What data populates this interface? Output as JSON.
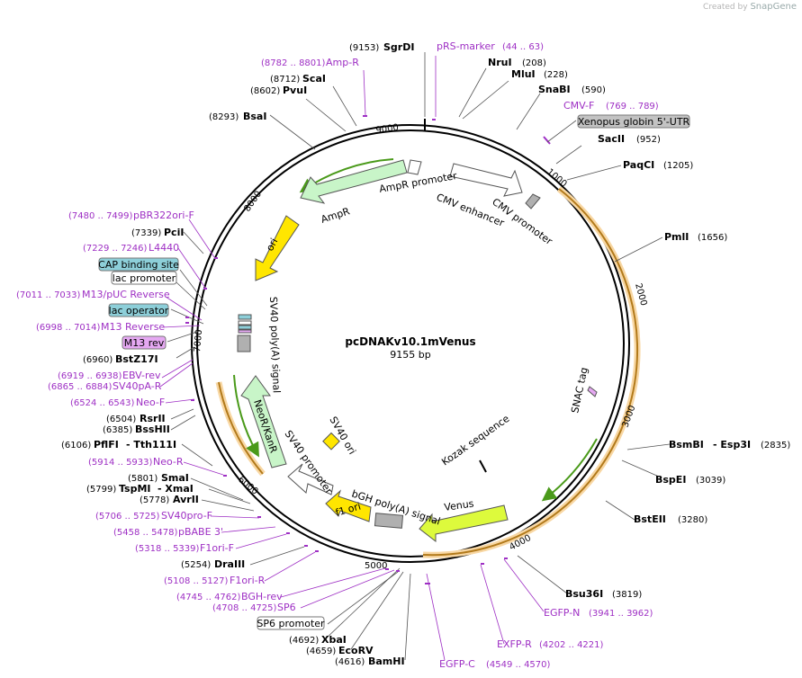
{
  "branding": {
    "created_by": "Created by",
    "app": "SnapGene"
  },
  "plasmid": {
    "name": "pcDNAKv10.1mVenus",
    "size_label": "9155 bp"
  },
  "ticks": [
    "1000",
    "2000",
    "3000",
    "4000",
    "5000",
    "6000",
    "7000",
    "8000",
    "9000"
  ],
  "enzymes_right": [
    {
      "name": "NruI",
      "pos": "(208)"
    },
    {
      "name": "MluI",
      "pos": "(228)"
    },
    {
      "name": "SnaBI",
      "pos": "(590)"
    },
    {
      "name": "SacII",
      "pos": "(952)"
    },
    {
      "name": "PaqCI",
      "pos": "(1205)"
    },
    {
      "name": "PmlI",
      "pos": "(1656)"
    },
    {
      "name": "BsmBI",
      "name2": "Esp3I",
      "pos": "(2835)"
    },
    {
      "name": "BspEI",
      "pos": "(3039)"
    },
    {
      "name": "BstEII",
      "pos": "(3280)"
    },
    {
      "name": "Bsu36I",
      "pos": "(3819)"
    }
  ],
  "enzymes_left": [
    {
      "name": "SgrDI",
      "pos": "(9153)"
    },
    {
      "name": "ScaI",
      "pos": "(8712)"
    },
    {
      "name": "PvuI",
      "pos": "(8602)"
    },
    {
      "name": "BsaI",
      "pos": "(8293)"
    },
    {
      "name": "PciI",
      "pos": "(7339)"
    },
    {
      "name": "BstZ17I",
      "pos": "(6960)"
    },
    {
      "name": "RsrII",
      "pos": "(6504)"
    },
    {
      "name": "BssHII",
      "pos": "(6385)"
    },
    {
      "name": "PflFI",
      "name2": "Tth111I",
      "pos": "(6106)"
    },
    {
      "name": "SmaI",
      "pos": "(5801)"
    },
    {
      "name": "TspMI",
      "name2": "XmaI",
      "pos": "(5799)"
    },
    {
      "name": "AvrII",
      "pos": "(5778)"
    },
    {
      "name": "DraIII",
      "pos": "(5254)"
    },
    {
      "name": "XbaI",
      "pos": "(4692)"
    },
    {
      "name": "EcoRV",
      "pos": "(4659)"
    },
    {
      "name": "BamHI",
      "pos": "(4616)"
    }
  ],
  "primers": [
    {
      "name": "pRS-marker",
      "range": "(44 .. 63)"
    },
    {
      "name": "CMV-F",
      "range": "(769 .. 789)"
    },
    {
      "name": "Amp-R",
      "range": "(8782 .. 8801)"
    },
    {
      "name": "pBR322ori-F",
      "range": "(7480 .. 7499)"
    },
    {
      "name": "L4440",
      "range": "(7229 .. 7246)"
    },
    {
      "name": "M13/pUC Reverse",
      "range": "(7011 .. 7033)"
    },
    {
      "name": "M13 Reverse",
      "range": "(6998 .. 7014)"
    },
    {
      "name": "EBV-rev",
      "range": "(6919 .. 6938)"
    },
    {
      "name": "SV40pA-R",
      "range": "(6865 .. 6884)"
    },
    {
      "name": "Neo-F",
      "range": "(6524 .. 6543)"
    },
    {
      "name": "Neo-R",
      "range": "(5914 .. 5933)"
    },
    {
      "name": "SV40pro-F",
      "range": "(5706 .. 5725)"
    },
    {
      "name": "pBABE 3'",
      "range": "(5458 .. 5478)"
    },
    {
      "name": "F1ori-F",
      "range": "(5318 .. 5339)"
    },
    {
      "name": "F1ori-R",
      "range": "(5108 .. 5127)"
    },
    {
      "name": "BGH-rev",
      "range": "(4745 .. 4762)"
    },
    {
      "name": "SP6",
      "range": "(4708 .. 4725)"
    },
    {
      "name": "EGFP-N",
      "range": "(3941 .. 3962)"
    },
    {
      "name": "EXFP-R",
      "range": "(4202 .. 4221)"
    },
    {
      "name": "EGFP-C",
      "range": "(4549 .. 4570)"
    }
  ],
  "boxed_labels": [
    {
      "name": "Xenopus globin 5'-UTR"
    },
    {
      "name": "CAP binding site"
    },
    {
      "name": "lac promoter"
    },
    {
      "name": "lac operator"
    },
    {
      "name": "M13 rev"
    },
    {
      "name": "SP6 promoter"
    }
  ],
  "features": {
    "ampr_promoter": "AmpR promoter",
    "ampr": "AmpR",
    "cmv_enhancer": "CMV enhancer",
    "cmv_promoter": "CMV promoter",
    "ori": "ori",
    "sv40_polya": "SV40 poly(A) signal",
    "neor_kanr": "NeoR/KanR",
    "sv40_promoter": "SV40 promoter",
    "sv40_ori": "SV40 ori",
    "f1_ori": "f1 ori",
    "bgh_polya": "bGH poly(A) signal",
    "venus": "Venus",
    "kozak": "Kozak sequence",
    "snac_tag": "SNAC tag"
  },
  "colors": {
    "orf_orange": "#f5a623",
    "orf_green": "#4a9a1a",
    "ampr_fill": "#c8f5c8",
    "venus_fill": "#ddfa3c",
    "ori_fill": "#ffe600",
    "primer": "#9e2fc4",
    "box_blue": "#8dcfd9",
    "box_grey": "#c3c3c3",
    "box_violet": "#e5a8f2"
  }
}
